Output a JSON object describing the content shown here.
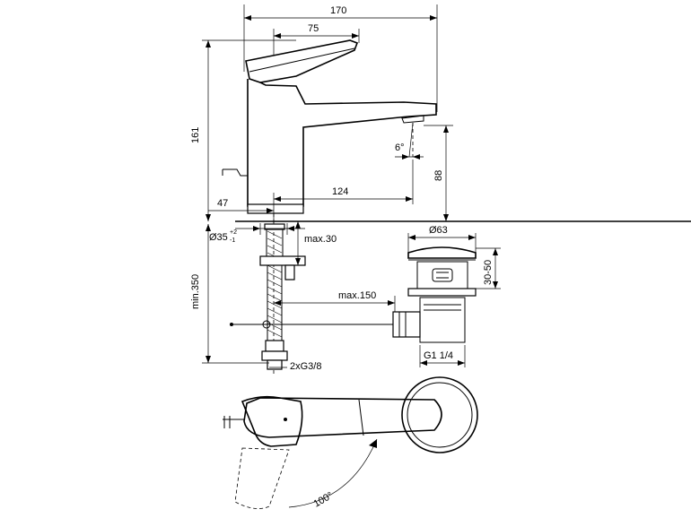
{
  "dimensions": {
    "overall_width": "170",
    "lever_width": "75",
    "overall_height": "161",
    "spout_height": "88",
    "body_offset": "47",
    "spout_reach": "124",
    "spout_angle": "6°",
    "mount_hole_base": "Ø35",
    "mount_hole_tol_upper": "+2",
    "mount_hole_tol_lower": "-1",
    "max_deck": "max.30",
    "min_depth": "min.350",
    "max_rod": "max.150",
    "waste_diameter": "Ø63",
    "waste_deck": "30-50",
    "waste_thread": "G1 1/4",
    "connections": "2xG3/8",
    "lever_rotation": "100°"
  }
}
